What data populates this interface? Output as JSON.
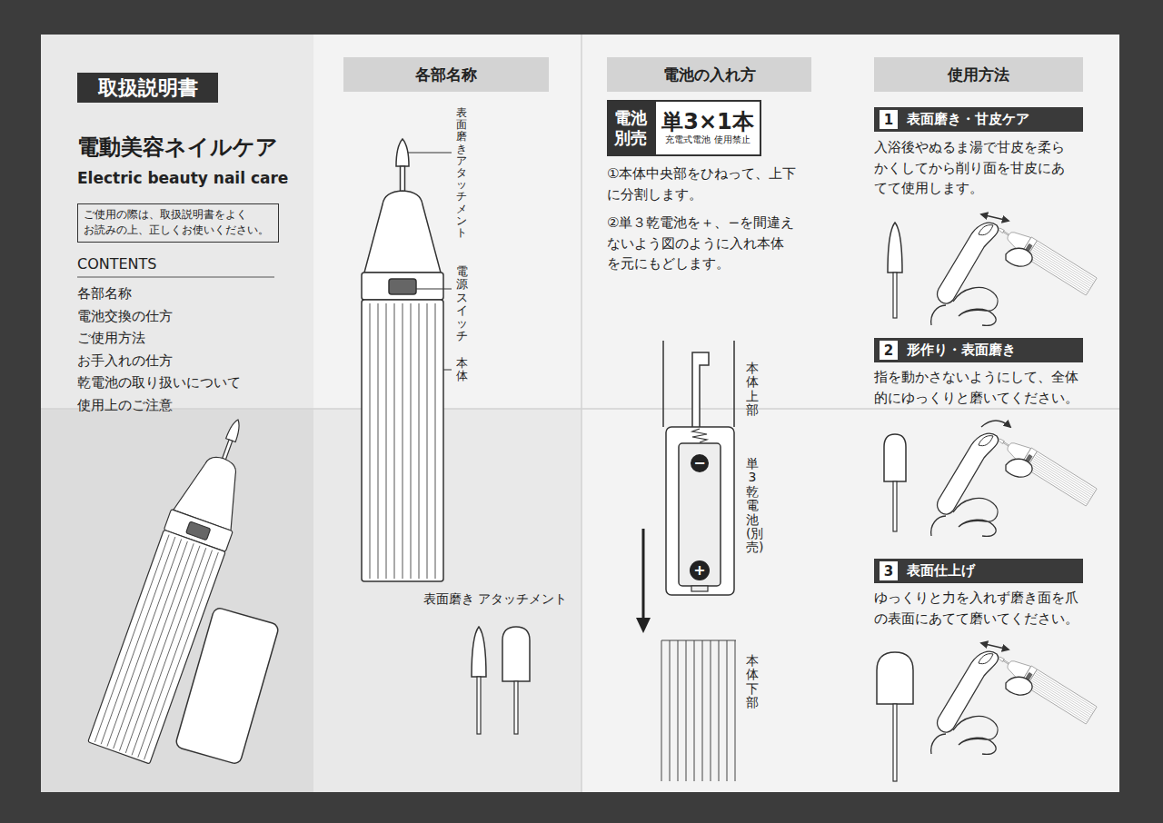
{
  "diagram": {
    "title": "電動美容ネイルケア",
    "nodes": [
      {
        "text": [
          "取扱説明書"
        ]
      },
      {
        "text": [
          "ご使用の際は、取扱説明書をよく お読みの上、正しくお使いください。"
        ]
      },
      {
        "text": [
          "各部名称"
        ]
      },
      {
        "text": [
          "電池の入れ方"
        ]
      },
      {
        "text": [
          "電池 別売"
        ]
      },
      {
        "text": [
          "単3×1本",
          "充電式電池 使用禁止"
        ]
      },
      {
        "text": [
          "使用方法"
        ]
      },
      {
        "text": [
          "表面磨き・甘皮ケア"
        ]
      },
      {
        "text": [
          "1"
        ],
        "in": 7
      },
      {
        "text": [
          "形作り・表面磨き"
        ]
      },
      {
        "text": [
          "2"
        ],
        "in": 9
      },
      {
        "text": [
          "表面仕上げ"
        ]
      },
      {
        "text": [
          "3"
        ],
        "in": 11
      }
    ],
    "labels": [
      "Electric beauty nail care",
      "CONTENTS",
      "各部名称",
      "電池交換の仕方",
      "ご使用方法",
      "お手入れの仕方",
      "乾電池の取り扱いについて",
      "使用上のご注意",
      "表面磨き アタッチメント",
      "電源スイッチ",
      "本体",
      "表面磨き アタッチメント",
      "①本体中央部をひねって、上下 に分割します。",
      "②単３乾電池を＋、−を間違え ないよう図のように入れ本体 を元にもどします。",
      "本体上部",
      "単3乾電池(別売)",
      "本体下部",
      "−",
      "+",
      "入浴後やぬるま湯で甘皮を柔ら かくしてから削り面を甘皮にあ てて使用します。",
      "指を動かさないようにして、全体 的にゆっくりと磨いてください。",
      "ゆっくりと力を入れず磨き面を爪 の表面にあてて磨いてください。"
    ]
  }
}
